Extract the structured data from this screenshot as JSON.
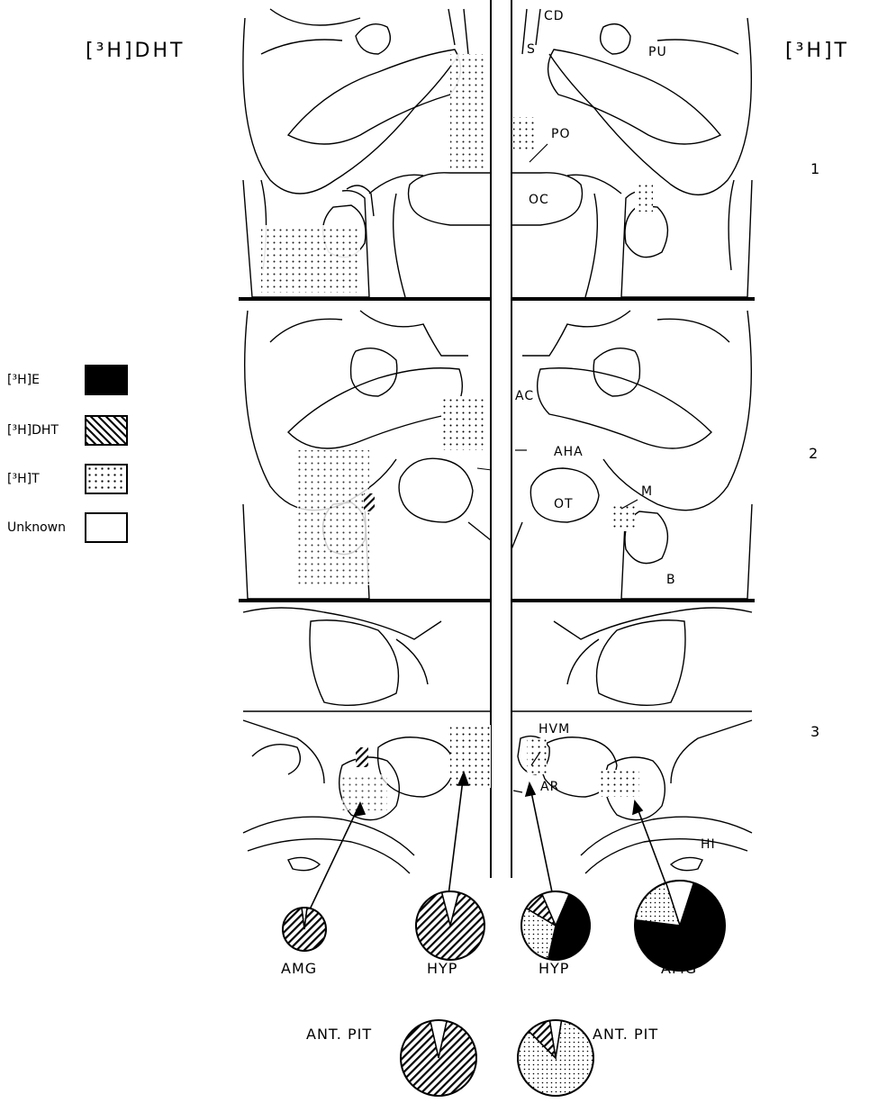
{
  "headers": {
    "left": "[³H]DHT",
    "right": "[³H]T"
  },
  "legend": [
    {
      "label": "[³H]E",
      "key": "e"
    },
    {
      "label": "[³H]DHT",
      "key": "dht"
    },
    {
      "label": "[³H]T",
      "key": "t"
    },
    {
      "label": "Unknown",
      "key": "unknown"
    }
  ],
  "level_numbers": [
    "1",
    "2",
    "3"
  ],
  "regions": {
    "cd": "CD",
    "s": "S",
    "pu": "PU",
    "po": "PO",
    "oc": "OC",
    "ac": "AC",
    "aha": "AHA",
    "m": "M",
    "ot": "OT",
    "b": "B",
    "hvm": "HVM",
    "ar": "AR",
    "hi": "HI"
  },
  "pie_labels": [
    "AMG",
    "HYP",
    "HYP",
    "AMG"
  ],
  "pit_labels": {
    "left": "ANT. PIT",
    "right": "ANT. PIT"
  },
  "pies": {
    "left_amg": {
      "dht": 0.96,
      "unknown": 0.04
    },
    "left_hyp": {
      "dht": 0.92,
      "unknown": 0.08
    },
    "right_hyp": {
      "e": 0.47,
      "t": 0.3,
      "dht": 0.1,
      "unknown": 0.13
    },
    "right_amg": {
      "e": 0.72,
      "t": 0.18,
      "unknown": 0.1
    },
    "left_pit": {
      "dht": 0.93,
      "unknown": 0.07
    },
    "right_pit": {
      "t": 0.85,
      "dht": 0.1,
      "unknown": 0.05
    }
  }
}
